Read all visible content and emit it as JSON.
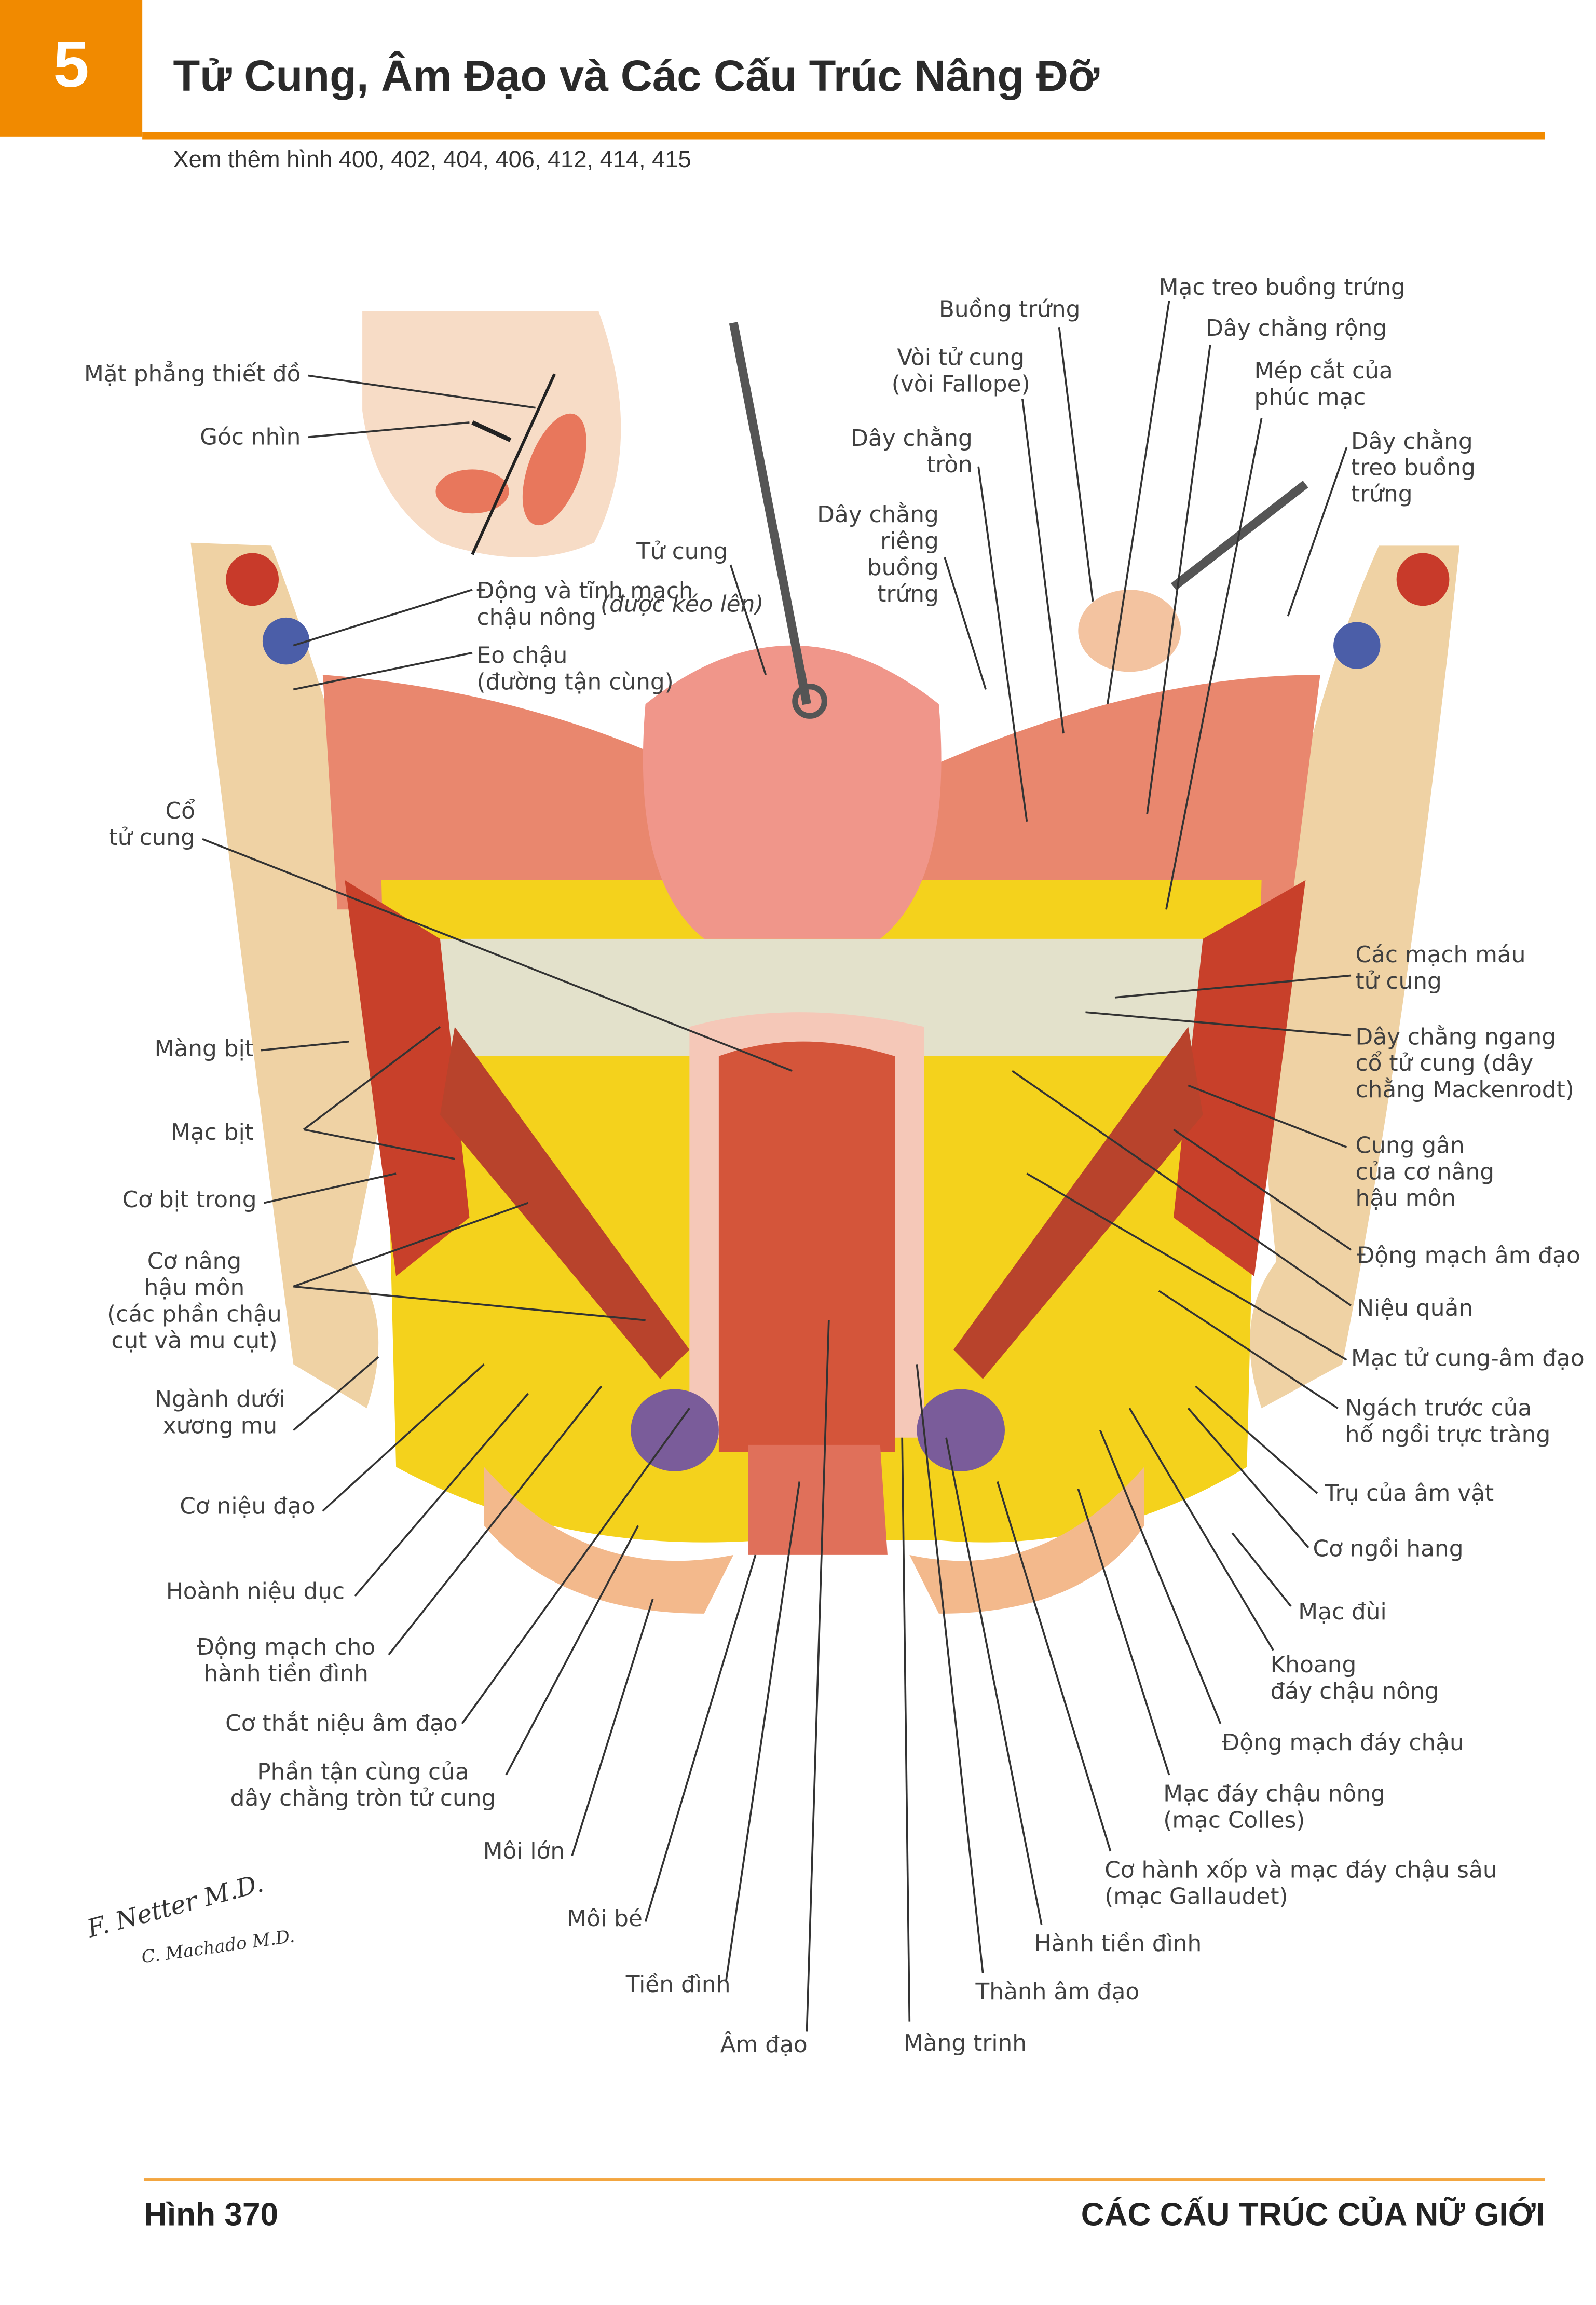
{
  "header": {
    "chapter_number": "5",
    "title": "Tử Cung, Âm Đạo và Các Cấu Trúc Nâng Đỡ",
    "see_also": "Xem thêm hình 400, 402, 404, 406, 412, 414, 415"
  },
  "labels": {
    "mat_phang": "Mặt phẳng thiết đồ",
    "goc_nhin": "Góc nhìn",
    "tu_cung": "Tử cung",
    "tu_cung_note": "(được kéo lên)",
    "dong_tinh_mach": "Động và tĩnh mạch\nchậu nông",
    "eo_chau": "Eo chậu\n(đường tận cùng)",
    "co_tu_cung": "Cổ\ntử cung",
    "mang_bit": "Màng bịt",
    "mac_bit": "Mạc bịt",
    "co_bit_trong": "Cơ bịt trong",
    "co_nang_hau_mon": "Cơ nâng\nhậu môn\n(các phần chậu\ncụt và mu cụt)",
    "nganh_duoi": "Ngành dưới\nxương mu",
    "co_nieu_dao": "Cơ niệu đạo",
    "hoanh_nieu_duc": "Hoành niệu dục",
    "dm_hanh_tien_dinh": "Động mạch cho\nhành tiền đình",
    "co_that": "Cơ thắt niệu âm đạo",
    "phan_tan_cung": "Phần tận cùng của\ndây chằng tròn tử cung",
    "moi_lon": "Môi lớn",
    "moi_be": "Môi bé",
    "tien_dinh": "Tiền đình",
    "am_dao": "Âm đạo",
    "mang_trinh": "Màng trinh",
    "thanh_am_dao": "Thành âm đạo",
    "hanh_tien_dinh": "Hành tiền đình",
    "co_hanh_xop": "Cơ hành xốp và mạc đáy chậu sâu\n(mạc Gallaudet)",
    "mac_day_chau_nong": "Mạc đáy chậu nông\n(mạc Colles)",
    "dm_day_chau": "Động mạch đáy chậu",
    "khoang": "Khoang\nđáy chậu nông",
    "mac_dui": "Mạc đùi",
    "co_ngoi_hang": "Cơ ngồi hang",
    "tru_am_vat": "Trụ của âm vật",
    "ngach_truoc": "Ngách trước của\nhố ngồi trực tràng",
    "mac_tc_ad": "Mạc tử cung-âm đạo",
    "nieu_quan": "Niệu quản",
    "dm_am_dao": "Động mạch âm đạo",
    "cung_gan": "Cung gân\ncủa cơ nâng\nhậu môn",
    "day_chang_ngang": "Dây chằng ngang\ncổ tử cung (dây\nchằng Mackenrodt)",
    "cac_mach_mau": "Các mạch máu\ntử cung",
    "buong_trung": "Buồng trứng",
    "voi_tu_cung": "Vòi tử cung\n(vòi Fallope)",
    "day_chang_tron": "Dây chằng\ntròn",
    "day_chang_rieng": "Dây chằng\nriêng\nbuồng\ntrứng",
    "mac_treo": "Mạc treo buồng trứng",
    "day_chang_rong": "Dây chằng rộng",
    "mep_cat": "Mép cắt của\nphúc mạc",
    "day_chang_treo": "Dây chằng\ntreo buồng\ntrứng"
  },
  "signature": {
    "artist1": "F. Netter M.D.",
    "artist2": "C. Machado M.D."
  },
  "footer": {
    "figure": "Hình 370",
    "section": "CÁC CẤU TRÚC CỦA NỮ GIỚI"
  },
  "colors": {
    "accent": "#f18a00",
    "fat": "#f4d21c",
    "muscle": "#d9482c",
    "uterus": "#f0968a",
    "bone": "#efd2a4"
  }
}
